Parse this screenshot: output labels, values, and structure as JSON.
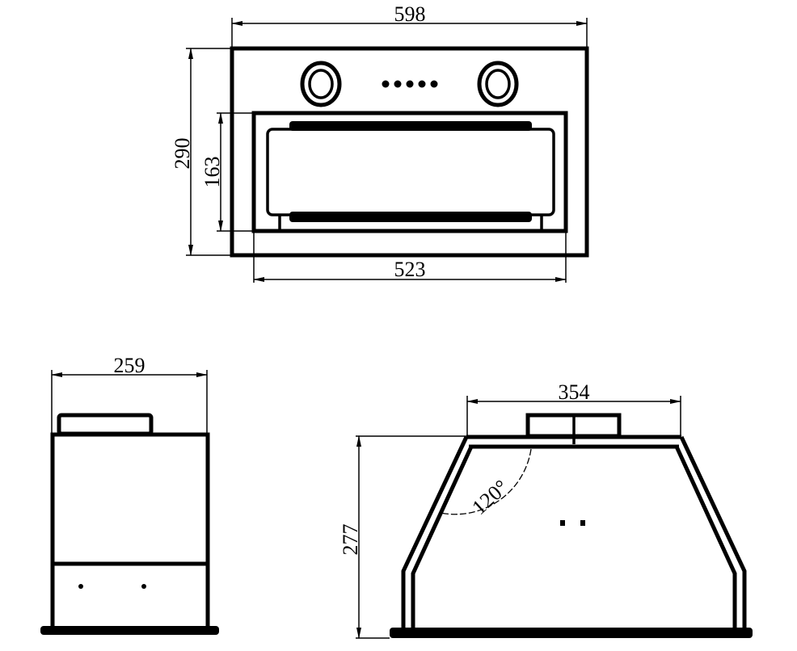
{
  "front_view": {
    "width_label": "598",
    "height_label": "290",
    "inner_height_label": "163",
    "inner_width_label": "523"
  },
  "side_view": {
    "depth_label": "259"
  },
  "profile_view": {
    "top_width_label": "354",
    "height_label": "277",
    "angle_label": "120°"
  },
  "colors": {
    "line": "#000000",
    "background": "#ffffff"
  }
}
